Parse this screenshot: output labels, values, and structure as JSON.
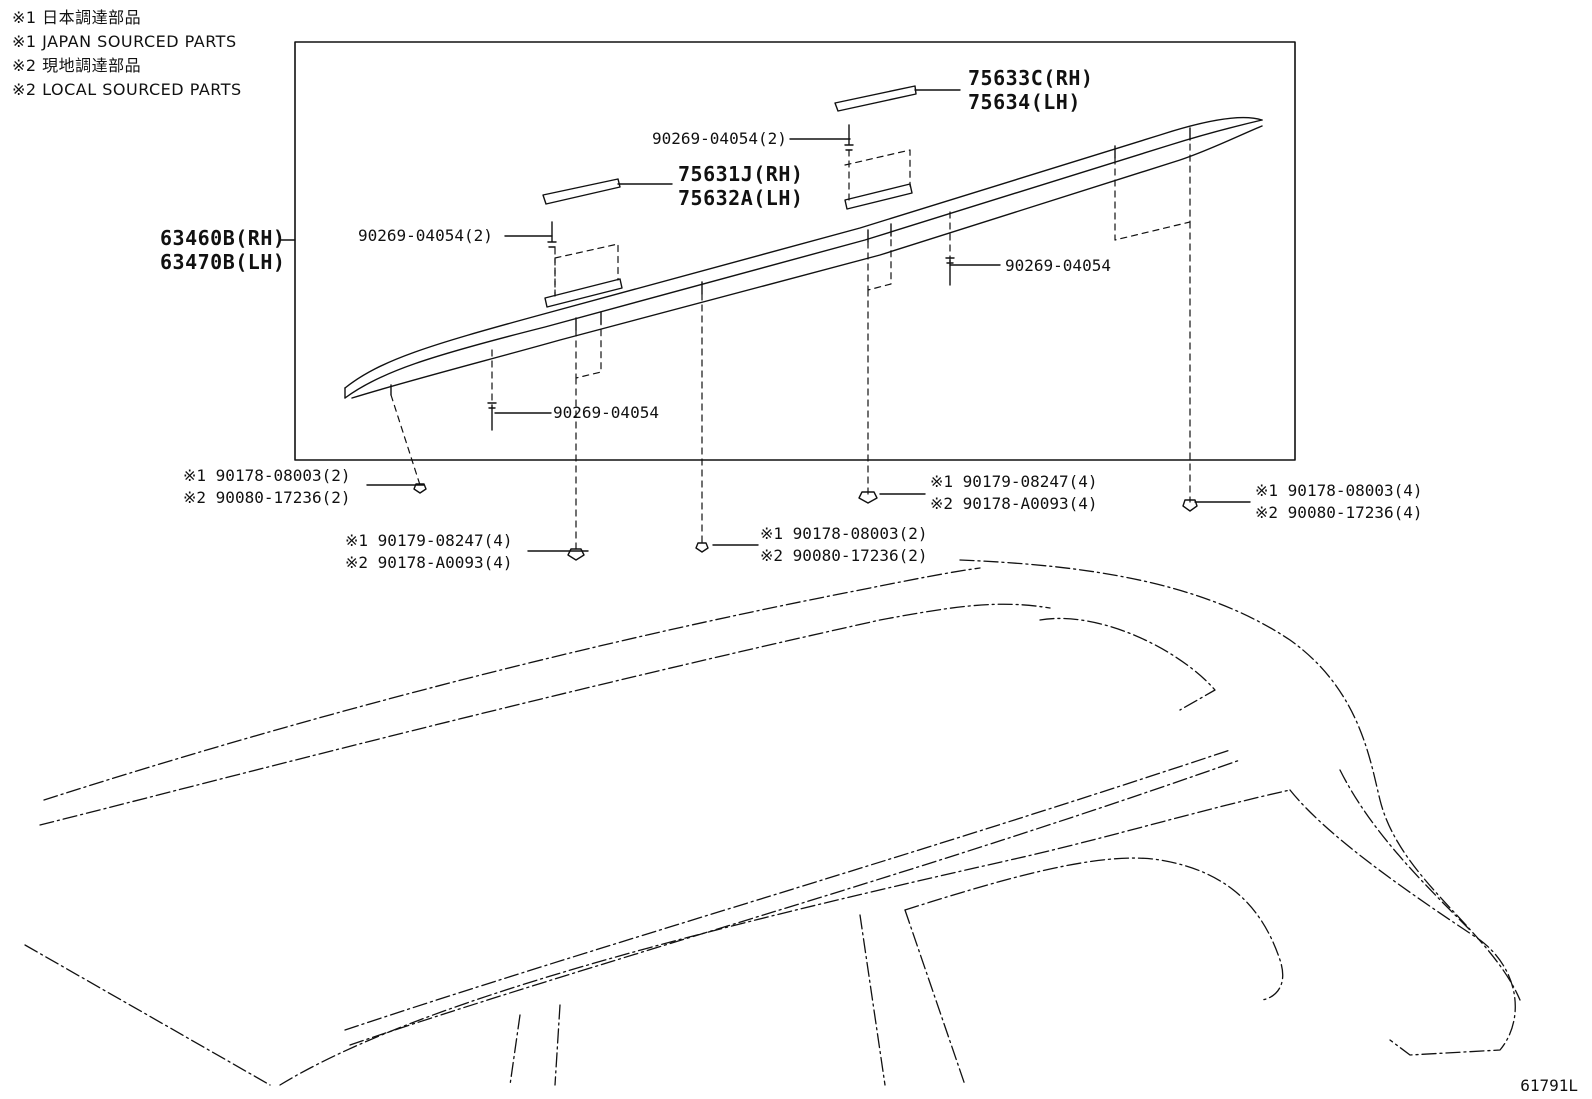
{
  "notes": [
    "※1 日本調達部品",
    "※1 JAPAN SOURCED PARTS",
    "※2 現地調達部品",
    "※2 LOCAL SOURCED PARTS"
  ],
  "parts": {
    "rail_rh": "63460B(RH)",
    "rail_lh": "63470B(LH)",
    "cover_rear_rh": "75633C(RH)",
    "cover_rear_lh": "75634(LH)",
    "cover_front_rh": "75631J(RH)",
    "cover_front_lh": "75632A(LH)",
    "screw_rear_cover": "90269-04054(2)",
    "screw_front_cover": "90269-04054(2)",
    "screw_mid": "90269-04054",
    "screw_front": "90269-04054"
  },
  "fasteners": {
    "front_end": [
      "※1 90178-08003(2)",
      "※2 90080-17236(2)"
    ],
    "front_mid": [
      "※1 90179-08247(4)",
      "※2 90178-A0093(4)"
    ],
    "center": [
      "※1 90178-08003(2)",
      "※2 90080-17236(2)"
    ],
    "rear_mid": [
      "※1 90179-08247(4)",
      "※2 90178-A0093(4)"
    ],
    "rear_end": [
      "※1 90178-08003(4)",
      "※2 90080-17236(4)"
    ]
  },
  "drawing_code": "61791L"
}
